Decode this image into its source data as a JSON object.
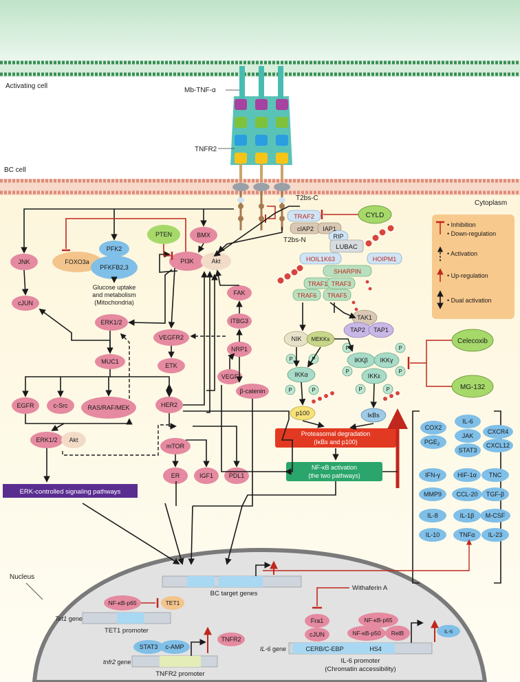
{
  "regions": {
    "activating_cell": "Activating cell",
    "bc_cell": "BC cell",
    "cytoplasm": "Cytoplasm",
    "nucleus": "Nucleus"
  },
  "receptor": {
    "ligand": "Mb-TNF-α",
    "receptor": "TNFR2",
    "t2bs_c": "T2bs-C",
    "t2bs_n": "T2bs-N"
  },
  "traf_complex": {
    "traf2": "TRAF2",
    "ciap2": "cIAP2",
    "iap1": "IAP1",
    "rip": "RIP",
    "lubac": "LUBAC",
    "hoil": "HOIL1K63",
    "hoipm": "HOIPM1",
    "sharpin": "SHARPIN",
    "traf1": "TRAF1",
    "traf3": "TRAF3",
    "traf6": "TRAF6",
    "traf5": "TRAF5",
    "cyld": "CYLD"
  },
  "nfkb": {
    "tak1": "TAK1",
    "tap2": "TAP2",
    "tap1": "TAP1",
    "nik": "NIK",
    "mekks": "MEKKs",
    "ikka": "IKKα",
    "ikkb": "IKKβ",
    "ikkg": "IKKγ",
    "ikke": "IKKε",
    "p": "P",
    "p100": "p100",
    "ikbs": "IκBs",
    "celecoxib": "Celecoxib",
    "mg132": "MG-132",
    "degradation_line1": "Proteasomal degradation",
    "degradation_line2": "(IκBs and p100)",
    "activation_line1": "NF-κB activation",
    "activation_line2": "(the two pathways)"
  },
  "signaling": {
    "jnk": "JNK",
    "foxo3a": "FOXO3a",
    "pfk2": "PFK2",
    "pfkfb": "PFKFB2,3",
    "glucose_line1": "Glucose uptake",
    "glucose_line2": "and metabolism",
    "glucose_line3": "(Mitochondria)",
    "pten": "PTEN",
    "bmx": "BMX",
    "pi3k": "PI3K",
    "akt": "Akt",
    "fak": "FAK",
    "itbg3": "ITBG3",
    "nrp1": "NRP1",
    "vegf": "VEGF",
    "beta_catenin": "β-catenin",
    "cjun": "cJUN",
    "erk12": "ERK1/2",
    "vegfr2": "VEGFR2",
    "etk": "ETK",
    "muc1": "MUC1",
    "egfr": "EGFR",
    "csrc": "c-Src",
    "rasrafmek": "RAS/RAF/MEK",
    "her2": "HER2",
    "mtor": "mTOR",
    "er": "ER",
    "igf1": "IGF1",
    "pdl1": "PDL1",
    "erk12_b": "ERK1/2",
    "akt_b": "Akt",
    "erk_pathways": "ERK-controlled signaling pathways"
  },
  "legend": {
    "inhibition": "Inhibition",
    "downregulation": "Down-regulation",
    "activation": "Activation",
    "upregulation": "Up-regulation",
    "dual": "Dual activation"
  },
  "cytokines": {
    "cox2": "COX2",
    "pge2": "PGE",
    "pge2_sub": "2",
    "il6": "IL-6",
    "jak": "JAK",
    "stat3": "STAT3",
    "cxcr4": "CXCR4",
    "cxcl12": "CXCL12",
    "ifng": "IFN-γ",
    "hif1a": "HIF-1α",
    "tnc": "TNC",
    "mmp9": "MMP9",
    "ccl20": "CCL-20",
    "tgfb": "TGF-β",
    "il8": "IL-8",
    "il1b": "IL-1β",
    "mcsf": "M-CSF",
    "il10": "IL-10",
    "tnfa": "TNFα",
    "il23": "IL-23"
  },
  "nucleus_items": {
    "bc_target_genes": "BC target genes",
    "withaferin": "Withaferin A",
    "nfkb_p65": "NF-κB-p65",
    "tet1": "TET1",
    "tet1_gene": "Tet1",
    "gene_word": "gene",
    "tet1_promoter": "TET1 promoter",
    "fra1": "Fra1",
    "cjun": "cJUN",
    "nfkb_p65_b": "NF-κB-p65",
    "nfkb_p50": "NF-κB-p50",
    "relb": "RelB",
    "il6_gene": "IL-6",
    "cerb": "CERB/C-EBP",
    "hs4": "HS4",
    "il6_promoter_line1": "IL-6 promoter",
    "il6_promoter_line2": "(Chromatin accessibility)",
    "il6_small": "IL-6",
    "stat3": "STAT3",
    "camp": "c-AMP",
    "tnfr2": "TNFR2",
    "tnfr2_gene": "tnfr2",
    "tnfr2_promoter": "TNFR2 promoter"
  },
  "colors": {
    "pink_node": "#e58aa0",
    "green_node": "#a6d96a",
    "blue_node": "#7fbfe8",
    "orange_node": "#f3c58c",
    "red_arrow": "#c0271d",
    "legend_bg": "#f7c98d",
    "erk_box": "#5a2d91",
    "degradation_box": "#e23a22",
    "activation_box": "#2aa56b"
  }
}
